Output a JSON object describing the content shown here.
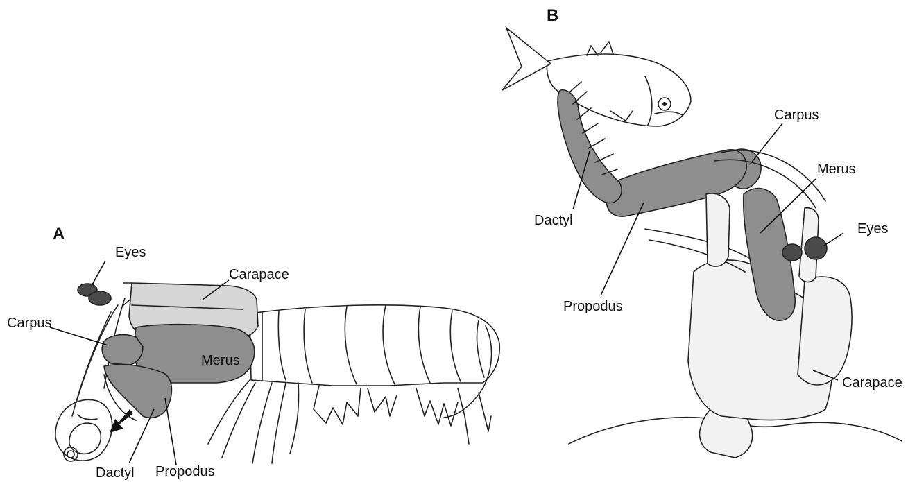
{
  "panel_a": {
    "letter": "A",
    "labels": {
      "eyes": "Eyes",
      "carapace": "Carapace",
      "carpus": "Carpus",
      "merus": "Merus",
      "dactyl": "Dactyl",
      "propodus": "Propodus"
    }
  },
  "panel_b": {
    "letter": "B",
    "labels": {
      "carpus": "Carpus",
      "merus": "Merus",
      "dactyl": "Dactyl",
      "eyes": "Eyes",
      "propodus": "Propodus",
      "carapace": "Carapace"
    }
  },
  "colors": {
    "carapace_a": "#d6d6d6",
    "appendage": "#8e8e8e",
    "eyes": "#4a4a4a",
    "outline": "#222222"
  }
}
